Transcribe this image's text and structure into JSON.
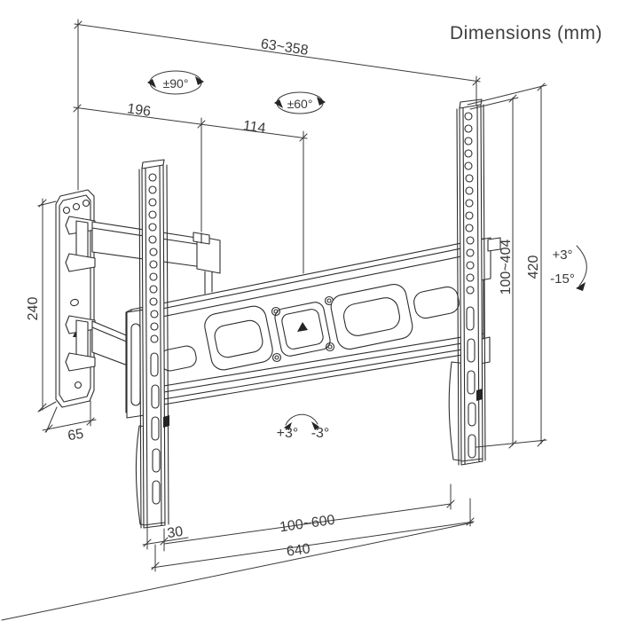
{
  "title": "Dimensions (mm)",
  "dimensions": {
    "depth_range": "63~358",
    "swivel_outer": "±90°",
    "swivel_inner": "±60°",
    "arm_segment_1": "196",
    "arm_segment_2": "114",
    "wall_plate_height": "240",
    "wall_plate_width": "65",
    "vesa_vertical_range": "100~404",
    "rail_height": "420",
    "tilt_up": "+3°",
    "tilt_down": "-15°",
    "level_adjust_plus": "+3°",
    "level_adjust_minus": "-3°",
    "rail_edge_offset": "30",
    "vesa_horizontal_range": "100~600",
    "total_width": "640"
  },
  "icons": {
    "up_arrow": "orientation-up-arrow",
    "center_triangle": "center-mark-triangle"
  },
  "colors": {
    "line": "#2e2e2e",
    "text": "#3a3a3a",
    "background": "#ffffff"
  }
}
